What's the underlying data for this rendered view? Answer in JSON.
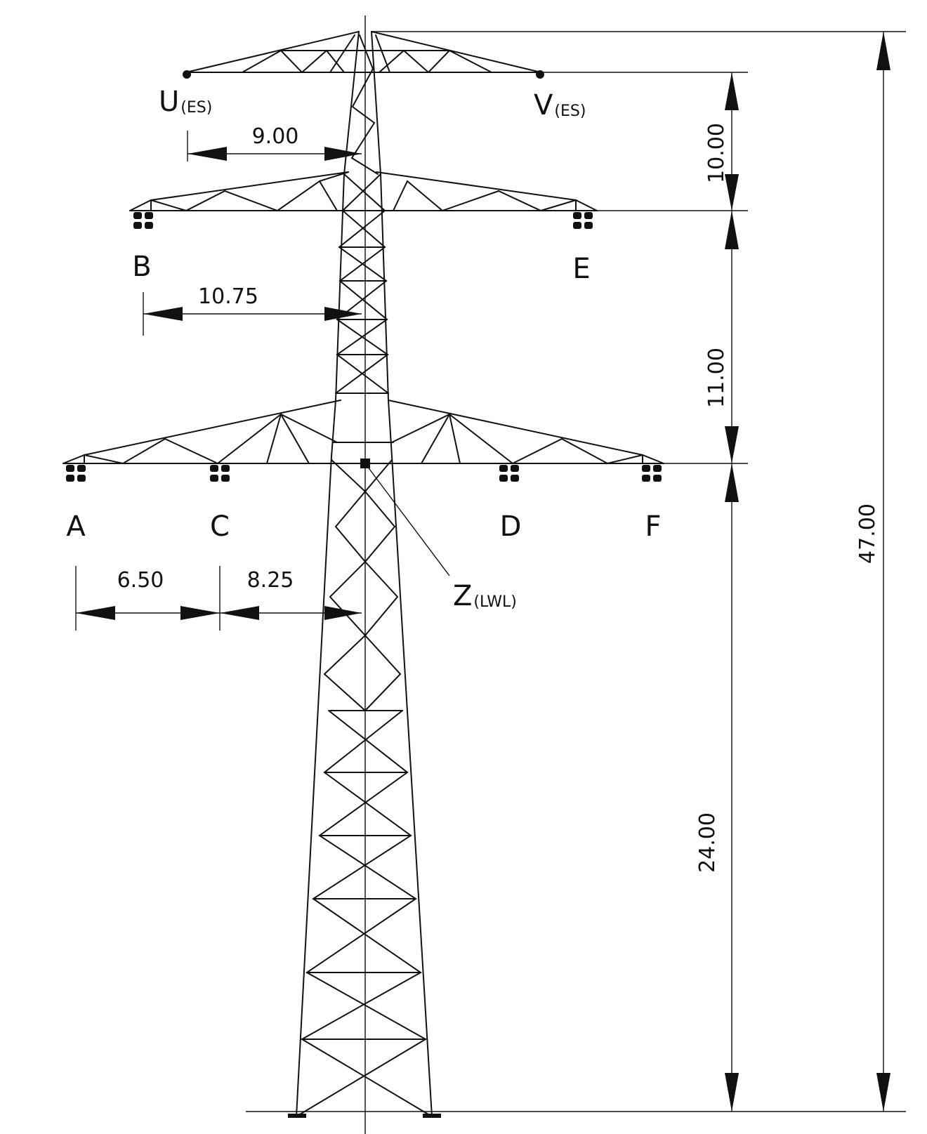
{
  "earth_wire_left": {
    "label": "U",
    "sub": "(ES)"
  },
  "earth_wire_right": {
    "label": "V",
    "sub": "(ES)"
  },
  "phases": {
    "a": "A",
    "b": "B",
    "c": "C",
    "d": "D",
    "e": "E",
    "f": "F"
  },
  "fibre_optic": {
    "label": "Z",
    "sub": "(LWL)"
  },
  "dimensions": {
    "earth_arm": "9.00",
    "upper_arm": "10.75",
    "outer_span": "6.50",
    "inner_span": "8.25",
    "top_to_upper": "10.00",
    "upper_to_lower": "11.00",
    "lower_to_ground": "24.00",
    "total_height": "47.00"
  }
}
